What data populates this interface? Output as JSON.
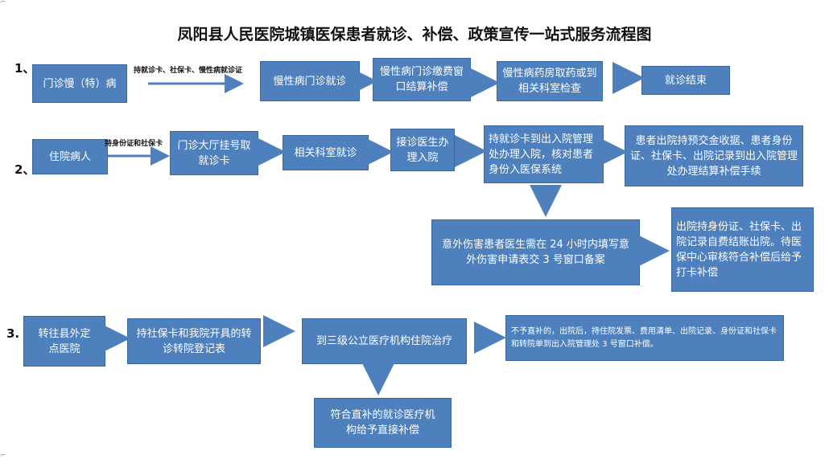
{
  "title": "凤阳县人民医院城镇医保患者就诊、补偿、政策宣传一站式服务流程图",
  "row1": {
    "num": "1、",
    "start": "门诊慢（特）病",
    "arrow_label": "持就诊卡、社保卡、慢性病就诊证",
    "step1": "慢性病门诊就诊",
    "step2": "慢性病门诊缴费窗口结算补偿",
    "step3": "慢性病药房取药或到相关科室检查",
    "step4": "就诊结束"
  },
  "row2": {
    "num": "2、",
    "start": "住院病人",
    "arrow_label": "持身份证和社保卡",
    "step1": "门诊大厅挂号取就诊卡",
    "step2": "相关科室就诊",
    "step3": "接诊医生办理入院",
    "step4": "持就诊卡到出入院管理处办理入院，核对患者身份入医保系统",
    "step5": "患者出院持预交金收据、患者身份证、社保卡、出院记录到出入院管理处办理结算补偿手续",
    "accident": "意外伤害患者医生需在 24 小时内填写意外伤害申请表交 3 号窗口备案",
    "self_pay": "出院持身份证、社保卡、出院记录自费结账出院。待医保中心审核符合补偿后给予打卡补偿"
  },
  "row3": {
    "num": "3.",
    "start": "转往县外定点医院",
    "step1": "持社保卡和我院开具的转诊转院登记表",
    "step2": "到三级公立医疗机构住院治疗",
    "step3": "不予直补的，出院后，持住院发票、费用清单、出院记录、身份证和社保卡和转院单到出入院管理处 3 号窗口补偿。",
    "step4": "符合直补的就诊医疗机构给予直接补偿"
  },
  "colors": {
    "box": "#4e80bd",
    "box_border": "#3a679c",
    "text": "#ffffff"
  }
}
